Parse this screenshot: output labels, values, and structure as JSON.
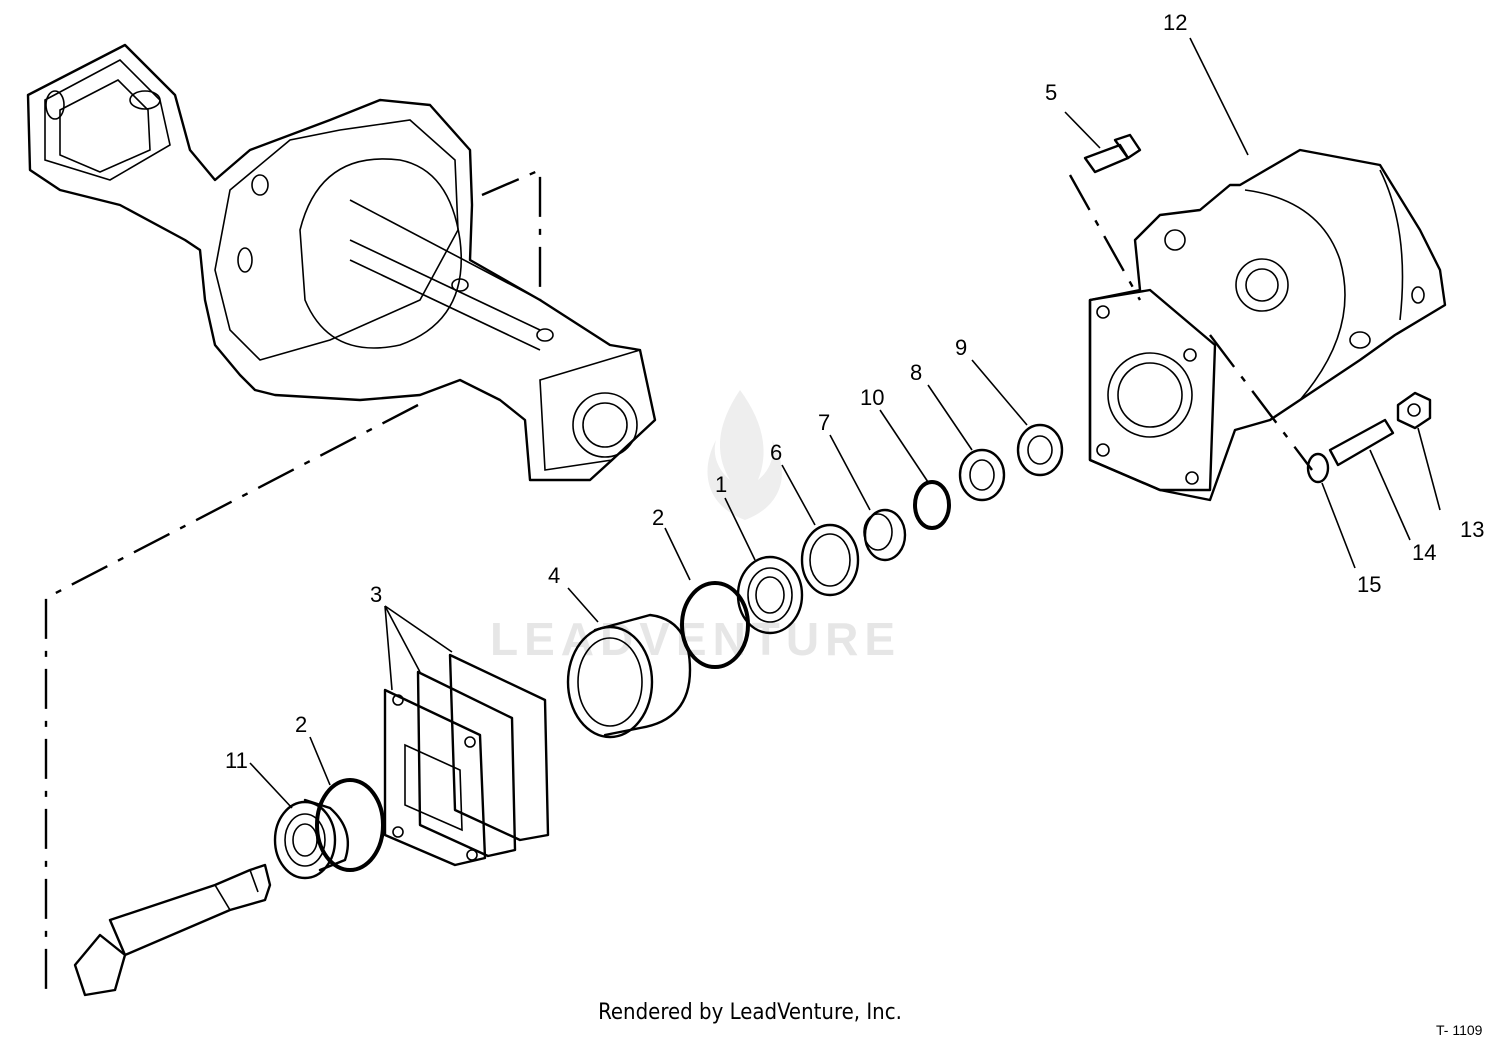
{
  "diagram": {
    "callouts": [
      "12",
      "5",
      "9",
      "8",
      "10",
      "7",
      "6",
      "1",
      "2",
      "4",
      "3",
      "2",
      "11",
      "13",
      "14",
      "15"
    ],
    "watermark": "LEADVENTURE",
    "credit": "Rendered by LeadVenture, Inc.",
    "figure_ref": "T- 1109"
  }
}
